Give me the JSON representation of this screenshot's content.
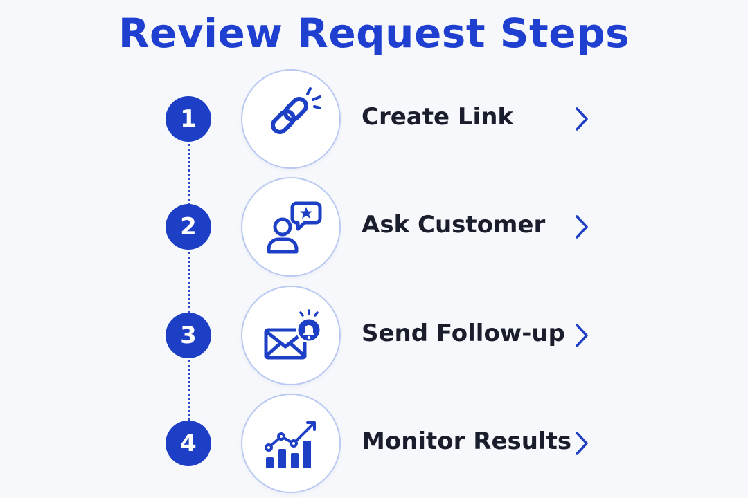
{
  "title": "Review Request Steps",
  "colors": {
    "primary": "#1c3fc5",
    "title": "#1f3fd0",
    "label": "#1a1d2b",
    "circle_border": "#b9c9f2"
  },
  "steps": [
    {
      "number": "1",
      "label": "Create Link",
      "icon": "link-icon"
    },
    {
      "number": "2",
      "label": "Ask Customer",
      "icon": "customer-review-icon"
    },
    {
      "number": "3",
      "label": "Send Follow-up",
      "icon": "envelope-bell-icon"
    },
    {
      "number": "4",
      "label": "Monitor Results",
      "icon": "growth-chart-icon"
    }
  ]
}
